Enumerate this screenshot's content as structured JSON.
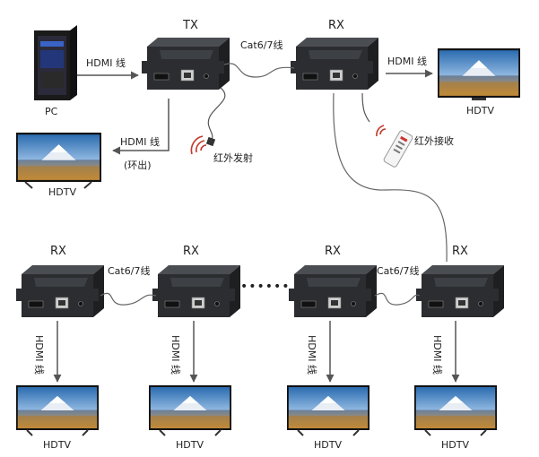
{
  "top": {
    "pc_label": "PC",
    "hdmi_pc_tx": "HDMI 线",
    "tx_label": "TX",
    "cat_top": "Cat6/7线",
    "rx_top_label": "RX",
    "hdmi_rx_tv": "HDMI 线",
    "hdtv_top_right": "HDTV",
    "hdmi_loop": "HDMI 线",
    "loop_note": "(环出)",
    "hdtv_left": "HDTV",
    "ir_tx": "红外发射",
    "ir_rx": "红外接收"
  },
  "bottom": {
    "rx_labels": [
      "RX",
      "RX",
      "RX",
      "RX"
    ],
    "cat_left": "Cat6/7线",
    "cat_right": "Cat6/7线",
    "ellipsis": "••••••",
    "hdmi_vertical": [
      "HDMI 线",
      "HDMI 线",
      "HDMI 线",
      "HDMI 线"
    ],
    "hdtv_labels": [
      "HDTV",
      "HDTV",
      "HDTV",
      "HDTV"
    ]
  },
  "colors": {
    "device_body": "#2b2d30",
    "device_front": "#3a3d41",
    "arrow": "#555555",
    "cable": "#666666",
    "ir_red": "#c0392b"
  }
}
